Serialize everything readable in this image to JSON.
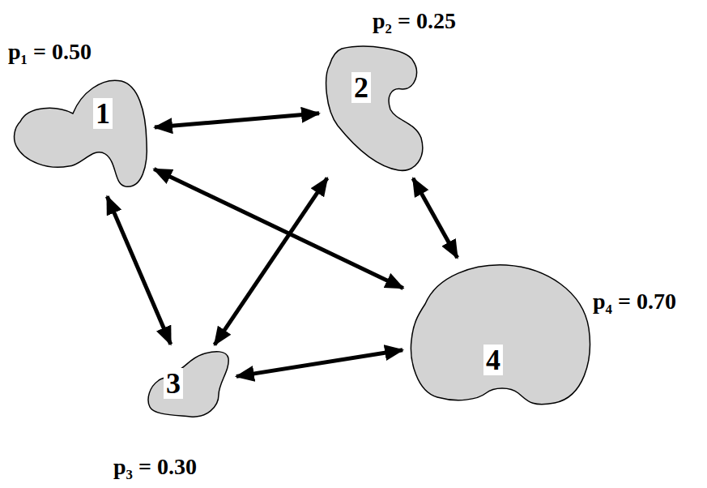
{
  "diagram": {
    "nodes": [
      {
        "text": [
          "1"
        ]
      },
      {
        "text": [
          "2"
        ]
      },
      {
        "text": [
          "3"
        ]
      },
      {
        "text": [
          "4"
        ]
      }
    ],
    "edges": [
      {
        "from": 0,
        "to": 1,
        "arrow": "both"
      },
      {
        "from": 0,
        "to": 2,
        "arrow": "both"
      },
      {
        "from": 0,
        "to": 3,
        "arrow": "both"
      },
      {
        "from": 1,
        "to": 2,
        "arrow": "both"
      },
      {
        "from": 1,
        "to": 3,
        "arrow": "both"
      },
      {
        "from": 2,
        "to": 3,
        "arrow": "both"
      }
    ],
    "labels": [
      "p₁ = 0.50",
      "p₂ = 0.25",
      "p₃ = 0.30",
      "p₄ = 0.70"
    ]
  }
}
